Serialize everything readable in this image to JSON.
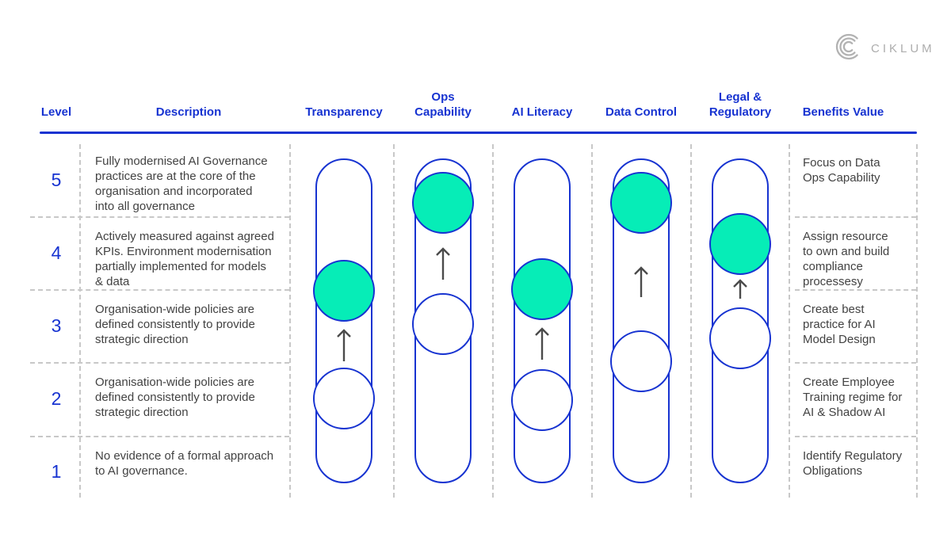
{
  "brand": {
    "logo_text": "CIKLUM"
  },
  "header": {
    "level": "Level",
    "description": "Description",
    "benefits": "Benefits Value"
  },
  "capabilities": [
    {
      "label": "Transparency",
      "from_level": 2,
      "to_level": 3.5
    },
    {
      "label": "Ops\nCapability",
      "from_level": 3,
      "to_level": 5
    },
    {
      "label": "AI Literacy",
      "from_level": 2,
      "to_level": 3.5
    },
    {
      "label": "Data Control",
      "from_level": 2.5,
      "to_level": 5
    },
    {
      "label": "Legal &\nRegulatory",
      "from_level": 3,
      "to_level": 4
    }
  ],
  "levels": [
    {
      "number": "5",
      "description": "Fully modernised AI Governance\npractices are at the core of the\norganisation and incorporated\ninto all governance"
    },
    {
      "number": "4",
      "description": "Actively measured against agreed\nKPIs. Environment modernisation\npartially implemented for models\n& data"
    },
    {
      "number": "3",
      "description": "Organisation-wide policies are\ndefined consistently to provide\nstrategic direction"
    },
    {
      "number": "2",
      "description": "Organisation-wide policies are\ndefined consistently to provide\nstrategic direction"
    },
    {
      "number": "1",
      "description": "No evidence of a formal approach\nto AI governance."
    }
  ],
  "benefits": [
    "Focus on Data\nOps Capability",
    "Assign resource\nto own and build\ncompliance\nprocessesy",
    "Create best\npractice for AI\nModel Design",
    "Create Employee\nTraining regime for\nAI & Shadow AI",
    "Identify Regulatory\nObligations"
  ],
  "colors": {
    "accent_blue": "#1733D1",
    "teal_fill": "#06EDB7",
    "body_text": "#424242",
    "dashed_grid": "#C8C8C8",
    "logo_gray": "#ADADAD",
    "arrow_gray": "#4B4B4B"
  }
}
